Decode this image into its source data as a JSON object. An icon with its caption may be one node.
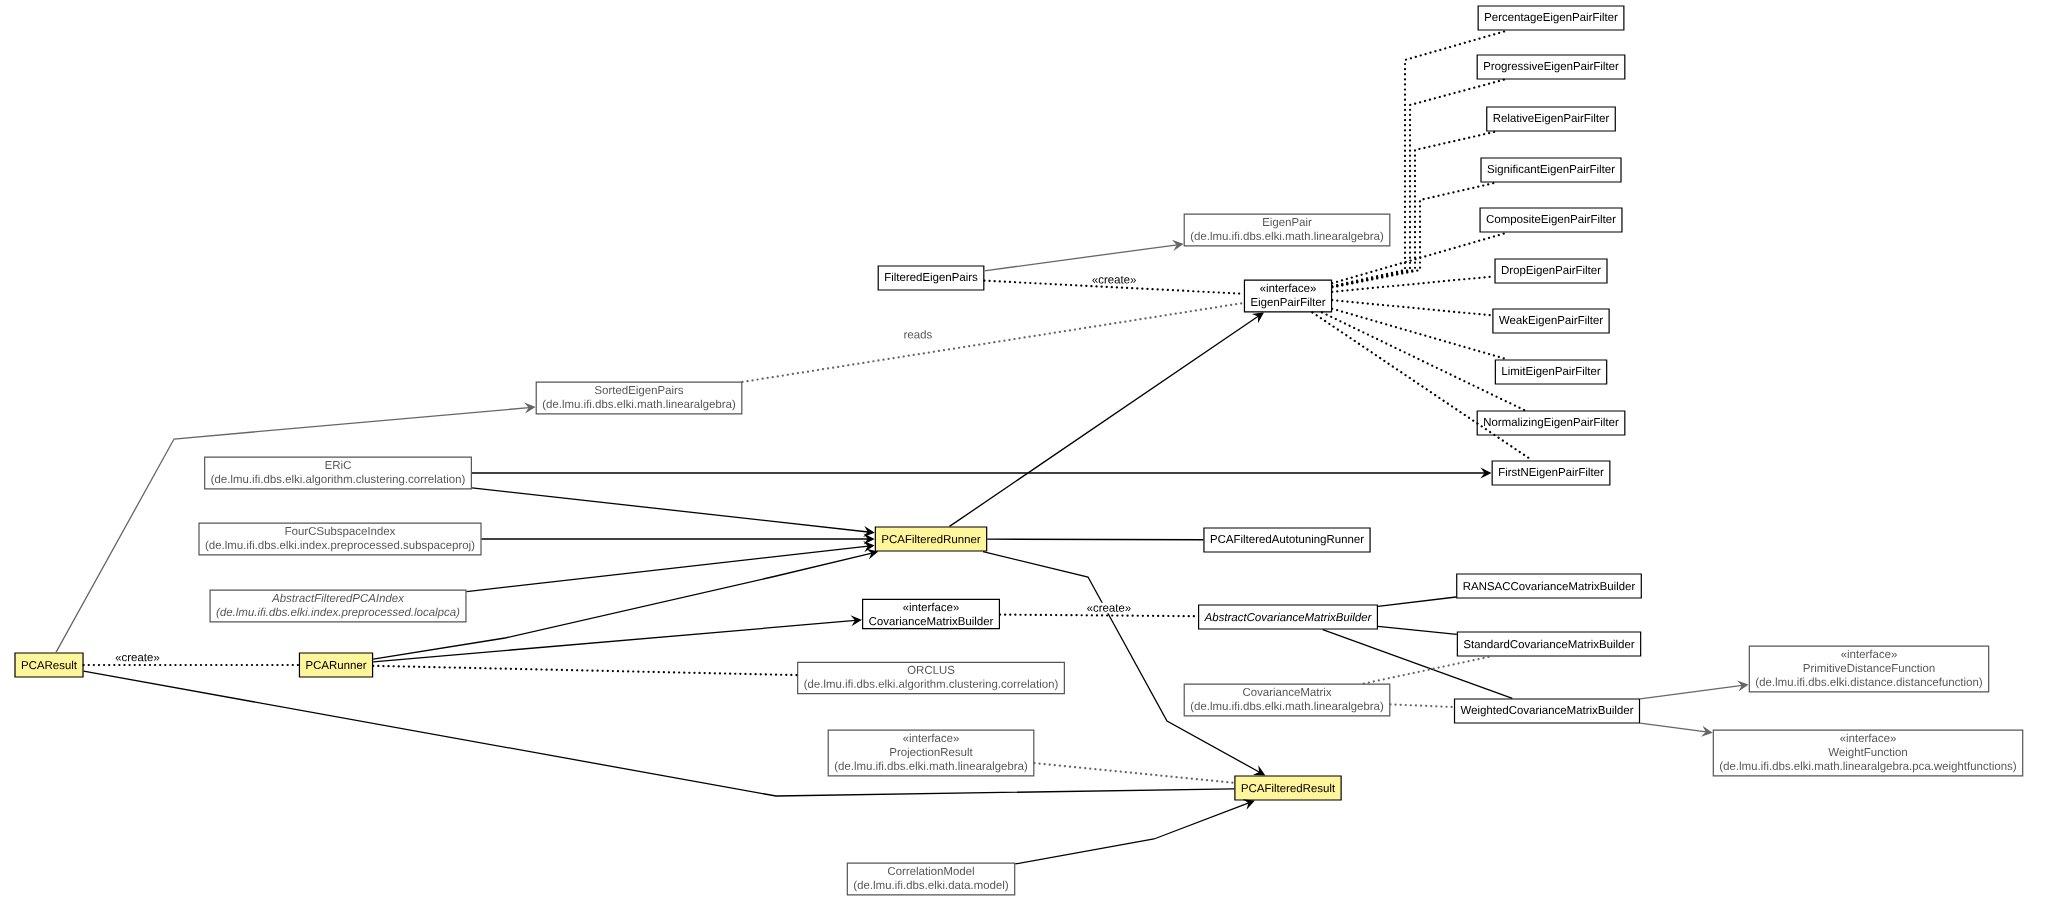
{
  "diagram": {
    "nodes": [
      {
        "text": [
          "PercentageEigenPairFilter"
        ]
      },
      {
        "text": [
          "ProgressiveEigenPairFilter"
        ]
      },
      {
        "text": [
          "RelativeEigenPairFilter"
        ]
      },
      {
        "text": [
          "SignificantEigenPairFilter"
        ]
      },
      {
        "text": [
          "EigenPair",
          "(de.lmu.ifi.dbs.elki.math.linearalgebra)"
        ]
      },
      {
        "text": [
          "CompositeEigenPairFilter"
        ]
      },
      {
        "text": [
          "FilteredEigenPairs"
        ]
      },
      {
        "text": [
          "«interface»",
          "EigenPairFilter"
        ]
      },
      {
        "text": [
          "DropEigenPairFilter"
        ]
      },
      {
        "text": [
          "WeakEigenPairFilter"
        ]
      },
      {
        "text": [
          "SortedEigenPairs",
          "(de.lmu.ifi.dbs.elki.math.linearalgebra)"
        ]
      },
      {
        "text": [
          "LimitEigenPairFilter"
        ]
      },
      {
        "text": [
          "NormalizingEigenPairFilter"
        ]
      },
      {
        "text": [
          "ERiC",
          "(de.lmu.ifi.dbs.elki.algorithm.clustering.correlation)"
        ]
      },
      {
        "text": [
          "FirstNEigenPairFilter"
        ]
      },
      {
        "text": [
          "FourCSubspaceIndex",
          "(de.lmu.ifi.dbs.elki.index.preprocessed.subspaceproj)"
        ]
      },
      {
        "text": [
          "PCAFilteredRunner"
        ]
      },
      {
        "text": [
          "PCAFilteredAutotuningRunner"
        ]
      },
      {
        "text": [
          "AbstractFilteredPCAIndex",
          "(de.lmu.ifi.dbs.elki.index.preprocessed.localpca)"
        ]
      },
      {
        "text": [
          "RANSACCovarianceMatrixBuilder"
        ]
      },
      {
        "text": [
          "«interface»",
          "CovarianceMatrixBuilder"
        ]
      },
      {
        "text": [
          "AbstractCovarianceMatrixBuilder"
        ]
      },
      {
        "text": [
          "StandardCovarianceMatrixBuilder"
        ]
      },
      {
        "text": [
          "«interface»",
          "PrimitiveDistanceFunction",
          "(de.lmu.ifi.dbs.elki.distance.distancefunction)"
        ]
      },
      {
        "text": [
          "PCAResult"
        ]
      },
      {
        "text": [
          "PCARunner"
        ]
      },
      {
        "text": [
          "ORCLUS",
          "(de.lmu.ifi.dbs.elki.algorithm.clustering.correlation)"
        ]
      },
      {
        "text": [
          "CovarianceMatrix",
          "(de.lmu.ifi.dbs.elki.math.linearalgebra)"
        ]
      },
      {
        "text": [
          "WeightedCovarianceMatrixBuilder"
        ]
      },
      {
        "text": [
          "«interface»",
          "WeightFunction",
          "(de.lmu.ifi.dbs.elki.math.linearalgebra.pca.weightfunctions)"
        ]
      },
      {
        "text": [
          "«interface»",
          "ProjectionResult",
          "(de.lmu.ifi.dbs.elki.math.linearalgebra)"
        ]
      },
      {
        "text": [
          "PCAFilteredResult"
        ]
      },
      {
        "text": [
          "CorrelationModel",
          "(de.lmu.ifi.dbs.elki.data.model)"
        ]
      }
    ],
    "edges": [
      {
        "from": 6,
        "to": 4,
        "arrow": "to",
        "color": "#666666"
      },
      {
        "from": 6,
        "to": 7,
        "arrow": "none",
        "style": "dashed",
        "label": "«create»"
      },
      {
        "from": 10,
        "to": 7,
        "arrow": "none",
        "style": "dashed",
        "color": "#666666",
        "label": "reads"
      },
      {
        "from": 7,
        "to": 0,
        "arrow": "none",
        "style": "dashed"
      },
      {
        "from": 7,
        "to": 1,
        "arrow": "none",
        "style": "dashed"
      },
      {
        "from": 7,
        "to": 2,
        "arrow": "none",
        "style": "dashed"
      },
      {
        "from": 7,
        "to": 3,
        "arrow": "none",
        "style": "dashed"
      },
      {
        "from": 7,
        "to": 5,
        "arrow": "none",
        "style": "dashed"
      },
      {
        "from": 7,
        "to": 8,
        "arrow": "none",
        "style": "dashed"
      },
      {
        "from": 7,
        "to": 9,
        "arrow": "none",
        "style": "dashed"
      },
      {
        "from": 7,
        "to": 11,
        "arrow": "none",
        "style": "dashed"
      },
      {
        "from": 7,
        "to": 12,
        "arrow": "none",
        "style": "dashed"
      },
      {
        "from": 7,
        "to": 14,
        "arrow": "none",
        "style": "dashed"
      },
      {
        "from": 24,
        "to": 10,
        "arrow": "to",
        "color": "#666666"
      },
      {
        "from": 13,
        "to": 14,
        "arrow": "to"
      },
      {
        "from": 13,
        "to": 16,
        "arrow": "to"
      },
      {
        "from": 15,
        "to": 16,
        "arrow": "to"
      },
      {
        "from": 18,
        "to": 16,
        "arrow": "to"
      },
      {
        "from": 25,
        "to": 16,
        "arrow": "to"
      },
      {
        "from": 25,
        "to": 20,
        "arrow": "to"
      },
      {
        "from": 16,
        "to": 7,
        "arrow": "to"
      },
      {
        "from": 16,
        "to": 17,
        "arrow": "none"
      },
      {
        "from": 16,
        "to": 31,
        "arrow": "to"
      },
      {
        "from": 24,
        "to": 25,
        "arrow": "none",
        "style": "dashed",
        "label": "«create»"
      },
      {
        "from": 25,
        "to": 26,
        "arrow": "none",
        "style": "dashed"
      },
      {
        "from": 24,
        "to": 31,
        "arrow": "none"
      },
      {
        "from": 20,
        "to": 21,
        "arrow": "none",
        "style": "dashed",
        "label": "«create»"
      },
      {
        "from": 21,
        "to": 19,
        "arrow": "none"
      },
      {
        "from": 21,
        "to": 22,
        "arrow": "none"
      },
      {
        "from": 21,
        "to": 28,
        "arrow": "none"
      },
      {
        "from": 27,
        "to": 22,
        "arrow": "none",
        "style": "dashed",
        "color": "#666666"
      },
      {
        "from": 27,
        "to": 28,
        "arrow": "none",
        "style": "dashed",
        "color": "#666666"
      },
      {
        "from": 28,
        "to": 23,
        "arrow": "to",
        "color": "#666666"
      },
      {
        "from": 28,
        "to": 29,
        "arrow": "to",
        "color": "#666666"
      },
      {
        "from": 30,
        "to": 31,
        "arrow": "none",
        "style": "dashed",
        "color": "#666666"
      },
      {
        "from": 32,
        "to": 31,
        "arrow": "to"
      }
    ]
  }
}
